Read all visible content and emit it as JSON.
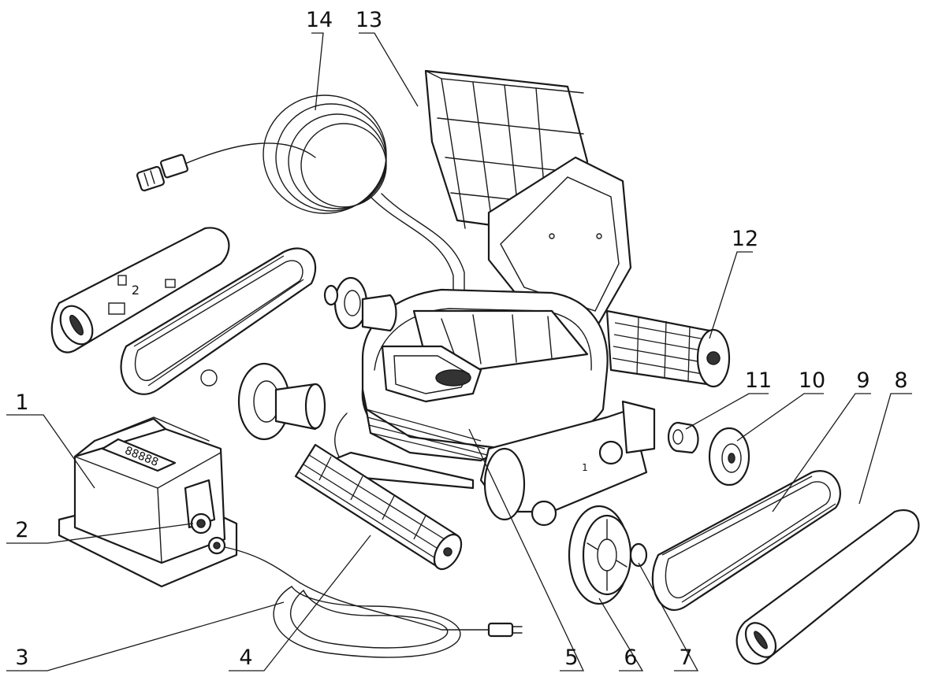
{
  "callouts": [
    {
      "id": "c1",
      "label": "1"
    },
    {
      "id": "c2",
      "label": "2"
    },
    {
      "id": "c3",
      "label": "3"
    },
    {
      "id": "c4",
      "label": "4"
    },
    {
      "id": "c5",
      "label": "5"
    },
    {
      "id": "c6",
      "label": "6"
    },
    {
      "id": "c7",
      "label": "7"
    },
    {
      "id": "c8",
      "label": "8"
    },
    {
      "id": "c9",
      "label": "9"
    },
    {
      "id": "c10",
      "label": "10"
    },
    {
      "id": "c11",
      "label": "11"
    },
    {
      "id": "c12",
      "label": "12"
    },
    {
      "id": "c13",
      "label": "13"
    },
    {
      "id": "c14",
      "label": "14"
    }
  ],
  "power_supply": {
    "display_text": "88888"
  },
  "side_plate": {
    "marking": "2"
  },
  "body": {
    "marking": "1"
  },
  "colors": {
    "line": "#1a1a1a",
    "background": "#ffffff"
  }
}
